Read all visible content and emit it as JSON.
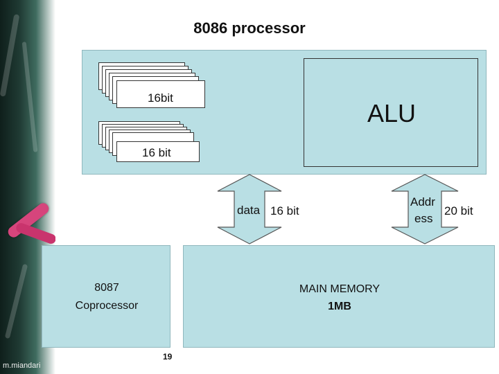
{
  "slide": {
    "title": "8086 processor",
    "register_group_1_label": "16bit",
    "register_group_2_label": "16 bit",
    "alu_label": "ALU",
    "data_bus": {
      "label": "data",
      "width": "16 bit"
    },
    "address_bus": {
      "label_line1": "Addr",
      "label_line2": "ess",
      "width": "20 bit"
    },
    "coprocessor": {
      "line1": "8087",
      "line2": "Coprocessor"
    },
    "memory": {
      "line1": "MAIN MEMORY",
      "line2": "1MB"
    },
    "page_number": "19",
    "author": "m.miandari"
  },
  "colors": {
    "box_fill": "#b9dfe4",
    "register_fill": "#ffffff",
    "arrow_fill": "#b9dfe4"
  }
}
